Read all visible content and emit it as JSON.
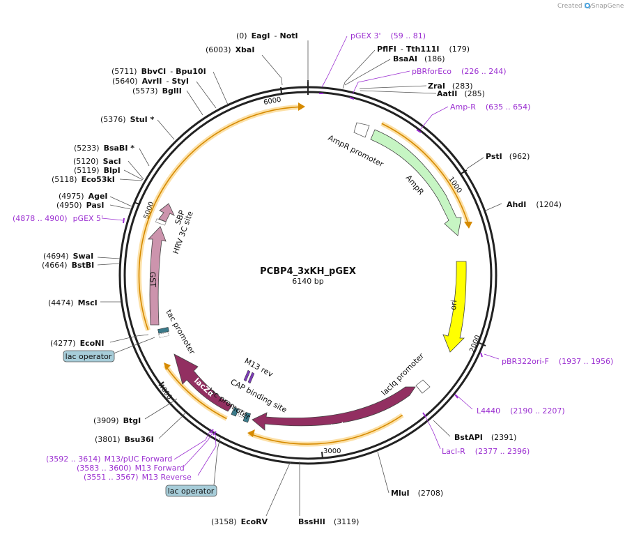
{
  "header": {
    "created_by": "Created by",
    "brand": "SnapGene"
  },
  "map": {
    "name": "PCBP4_3xKH_pGEX",
    "size": "6140 bp"
  },
  "colors": {
    "backbone": "#222222",
    "ampr": "#c6f5c3",
    "ori": "#ffff00",
    "laci": "#922f61",
    "lacza": "#922f61",
    "gst": "#cc94ad",
    "sbp": "#cc94ad",
    "orf_glow": "#f6a700",
    "primer": "#9b2fd1",
    "lac_operator_box": "#a7cdd9",
    "cap_box": "#3b7a8a"
  },
  "ticks": [
    "1000",
    "2000",
    "3000",
    "4000",
    "5000",
    "6000"
  ],
  "sites": [
    {
      "pos": "(0)",
      "name": "EagI",
      "sep": "-",
      "name2": "NotI"
    },
    {
      "pos": "(6003)",
      "name": "XbaI"
    },
    {
      "name": "PflFI",
      "sep": "-",
      "name2": "Tth111I",
      "pos": "(179)"
    },
    {
      "name": "BsaAI",
      "pos": "(186)"
    },
    {
      "name": "ZraI",
      "pos": "(283)"
    },
    {
      "name": "AatII",
      "pos": "(285)"
    },
    {
      "name": "PstI",
      "pos": "(962)"
    },
    {
      "name": "AhdI",
      "pos": "(1204)"
    },
    {
      "name": "BstAPI",
      "pos": "(2391)"
    },
    {
      "name": "MluI",
      "pos": "(2708)"
    },
    {
      "name": "BssHII",
      "pos": "(3119)"
    },
    {
      "pos": "(3158)",
      "name": "EcoRV"
    },
    {
      "pos": "(3801)",
      "name": "Bsu36I"
    },
    {
      "pos": "(3909)",
      "name": "BtgI"
    },
    {
      "pos": "(4277)",
      "name": "EcoNI"
    },
    {
      "pos": "(4474)",
      "name": "MscI"
    },
    {
      "pos": "(4664)",
      "name": "BstBI"
    },
    {
      "pos": "(4694)",
      "name": "SwaI"
    },
    {
      "pos": "(4950)",
      "name": "PasI"
    },
    {
      "pos": "(4975)",
      "name": "AgeI"
    },
    {
      "pos": "(5118)",
      "name": "Eco53kI"
    },
    {
      "pos": "(5119)",
      "name": "BlpI"
    },
    {
      "pos": "(5120)",
      "name": "SacI"
    },
    {
      "pos": "(5233)",
      "name": "BsaBI *"
    },
    {
      "pos": "(5376)",
      "name": "StuI *"
    },
    {
      "pos": "(5573)",
      "name": "BglII"
    },
    {
      "pos": "(5640)",
      "name": "AvrII",
      "sep": "-",
      "name2": "StyI"
    },
    {
      "pos": "(5711)",
      "name": "BbvCI",
      "sep": "-",
      "name2": "Bpu10I"
    }
  ],
  "primers": [
    {
      "name": "pGEX 3'",
      "range": "(59 .. 81)"
    },
    {
      "name": "pBRforEco",
      "range": "(226 .. 244)"
    },
    {
      "name": "Amp-R",
      "range": "(635 .. 654)"
    },
    {
      "name": "pBR322ori-F",
      "range": "(1937 .. 1956)"
    },
    {
      "name": "L4440",
      "range": "(2190 .. 2207)"
    },
    {
      "name": "LacI-R",
      "range": "(2377 .. 2396)"
    },
    {
      "range": "(3592 .. 3614)",
      "name": "M13/pUC Forward"
    },
    {
      "range": "(3583 .. 3600)",
      "name": "M13 Forward"
    },
    {
      "range": "(3551 .. 3567)",
      "name": "M13 Reverse"
    },
    {
      "range": "(4878 .. 4900)",
      "name": "pGEX 5'"
    }
  ],
  "features": {
    "ampr_promoter": "AmpR promoter",
    "ampr": "AmpR",
    "ori": "ori",
    "laciq_promoter": "lacIq promoter",
    "laci": "lacI",
    "m13_rev": "M13 rev",
    "cap_site": "CAP binding site",
    "lac_promoter": "lac promoter",
    "lacza": "lacZα",
    "tac_promoter": "tac promoter",
    "gst": "GST",
    "hrv": "HRV 3C site",
    "sbp": "SBP",
    "lac_operator": "lac operator"
  }
}
